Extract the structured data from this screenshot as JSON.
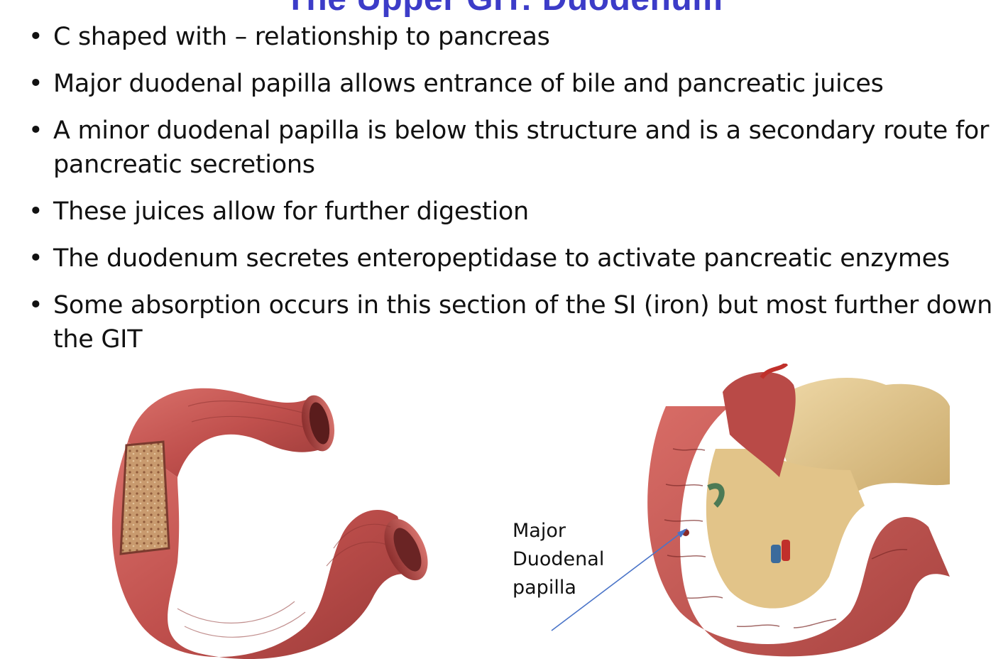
{
  "slide": {
    "title": "The Upper GIT:  Duodenum",
    "bullets": [
      "C shaped with – relationship to pancreas",
      "Major duodenal papilla allows entrance of bile and pancreatic juices",
      "A minor duodenal papilla is below this structure and is a secondary route for pancreatic secretions",
      "These juices allow for further digestion",
      "The duodenum secretes enteropeptidase to activate pancreatic enzymes",
      "Some absorption occurs in this section of the SI (iron) but most further down the GIT"
    ],
    "figure_label": {
      "line1": "Major",
      "line2": "Duodenal",
      "line3": "papilla"
    }
  },
  "colors": {
    "title": "#3c3cc8",
    "text": "#111111",
    "arrow": "#4a74c8",
    "muscle": "#c0504d",
    "pancreas": "#e6c98e"
  },
  "icons": {
    "left_illustration": "duodenum-exterior-illustration",
    "right_illustration": "duodenum-interior-pancreas-illustration"
  }
}
